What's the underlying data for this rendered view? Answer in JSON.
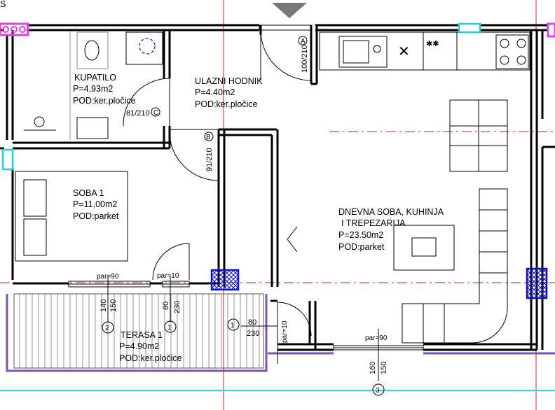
{
  "rooms": {
    "kupatilo": {
      "name": "KUPATILO",
      "area": "P=4,93m2",
      "floor": "POD:ker.pločice"
    },
    "hodnik": {
      "name": "ULAZNI HODNIK",
      "area": "P=4.40m2",
      "floor": "POD:ker.pločice"
    },
    "soba": {
      "name": "SOBA 1",
      "area": "P=11,00m2",
      "floor": "POD:parket"
    },
    "dnevna": {
      "name": "DNEVNA SOBA, KUHINJA",
      "name2": "I TREPEZARIJA",
      "area": "P=23.50m2",
      "floor": "POD:parket"
    },
    "terasa": {
      "name": "TERASA 1",
      "area": "P=4.90m2",
      "floor": "POD:ker.pločice"
    }
  },
  "doors": {
    "d1": "81/210",
    "d1_tag": "C",
    "d2": "91/210",
    "d2_tag": "B",
    "d3": "100/210",
    "d3_tag": "A"
  },
  "parapets": {
    "p1": "par=90",
    "p2": "par=10",
    "p3": "par=10",
    "p4": "par=90"
  },
  "dimensions": {
    "w2_a": "140",
    "w2_b": "150",
    "w1_a": "80",
    "w1_b": "230",
    "w1b_a": "80",
    "w1b_b": "230",
    "w3_a": "160",
    "w3_b": "150"
  },
  "markers": {
    "m2": "2",
    "m1a": "1",
    "m1b": "1",
    "m3": "3"
  },
  "edge_text": "S",
  "colors": {
    "wall": "#000000",
    "section": "#d21c1c",
    "accent": "#1fd0e0",
    "outlet": "#e040e0",
    "column": "#1010c8",
    "terrace": "#7a54b0"
  }
}
